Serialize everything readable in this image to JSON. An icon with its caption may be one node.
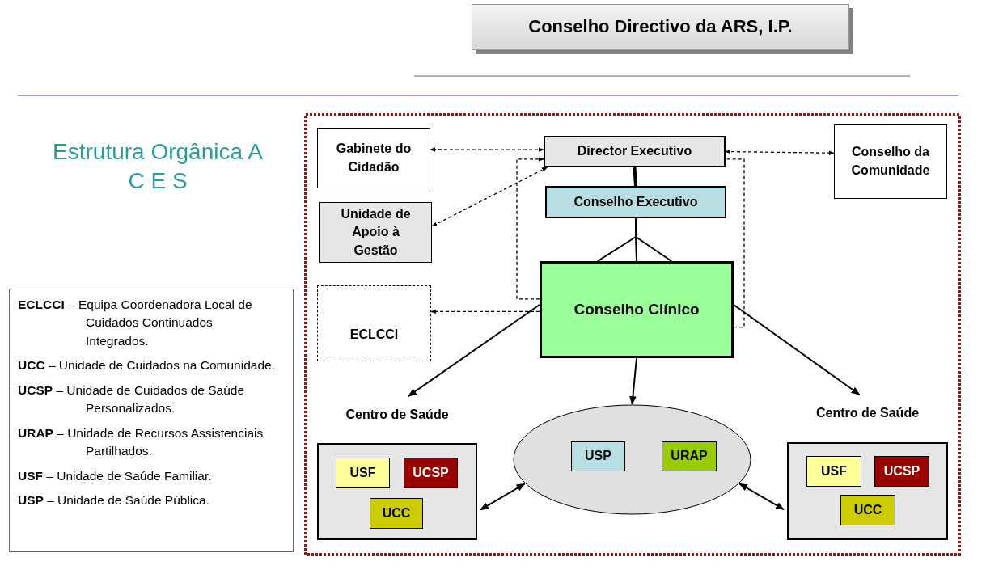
{
  "diagram": {
    "title": "Estrutura Orgânica A C E S",
    "nodes": [
      {
        "text": [
          "Conselho Directivo da ARS, I.P."
        ]
      },
      {
        "text": [
          "Gabinete do Cidadão"
        ]
      },
      {
        "text": [
          "Director Executivo"
        ]
      },
      {
        "text": [
          "Conselho da Comunidade"
        ]
      },
      {
        "text": [
          "Conselho Executivo"
        ]
      },
      {
        "text": [
          "Unidade de Apoio à Gestão"
        ]
      },
      {
        "text": [
          "Conselho Clínico"
        ]
      },
      {
        "text": [
          "ECLCCI"
        ]
      },
      {
        "text": [
          "Centro de Saúde"
        ]
      },
      {
        "text": [
          "USF"
        ],
        "in": 8
      },
      {
        "text": [
          "UCSP"
        ],
        "in": 8
      },
      {
        "text": [
          "UCC"
        ],
        "in": 8
      },
      {
        "text": [],
        "shape": "ellipse"
      },
      {
        "text": [
          "USP"
        ],
        "in": 12
      },
      {
        "text": [
          "URAP"
        ],
        "in": 12
      },
      {
        "text": [
          "Centro de Saúde"
        ]
      },
      {
        "text": [
          "USF"
        ],
        "in": 15
      },
      {
        "text": [
          "UCSP"
        ],
        "in": 15
      },
      {
        "text": [
          "UCC"
        ],
        "in": 15
      },
      {
        "text": [
          "**ECLCCI** – Equipa Coordenadora Local de Cuidados Continuados Integrados.",
          "**UCC** – Unidade de Cuidados na Comunidade.",
          "**UCSP** – Unidade de Cuidados de Saúde Personalizados.",
          "**URAP** – Unidade de Recursos Assistenciais Partilhados.",
          "**USF** – Unidade de Saúde Familiar.",
          "**USP** – Unidade de Saúde Pública."
        ]
      }
    ],
    "edges": [
      {
        "from": 2,
        "to": 1,
        "arrow": "both",
        "style": "dashed"
      },
      {
        "from": 2,
        "to": 3,
        "arrow": "both",
        "style": "dashed"
      },
      {
        "from": 2,
        "to": 5,
        "arrow": "both",
        "style": "dashed"
      },
      {
        "from": 2,
        "to": 4,
        "arrow": "none",
        "style": "thick"
      },
      {
        "from": 4,
        "to": 6,
        "arrow": "none"
      },
      {
        "from": 6,
        "to": 2,
        "arrow": "to",
        "style": "dashed"
      },
      {
        "from": 6,
        "to": 2,
        "arrow": "none",
        "style": "dashed"
      },
      {
        "from": 6,
        "to": 7,
        "arrow": "to",
        "style": "dashed"
      },
      {
        "from": 6,
        "to": 8,
        "arrow": "to"
      },
      {
        "from": 6,
        "to": 12,
        "arrow": "to"
      },
      {
        "from": 6,
        "to": 15,
        "arrow": "to"
      },
      {
        "from": 8,
        "to": 12,
        "arrow": "both"
      },
      {
        "from": 12,
        "to": 15,
        "arrow": "both"
      }
    ]
  }
}
